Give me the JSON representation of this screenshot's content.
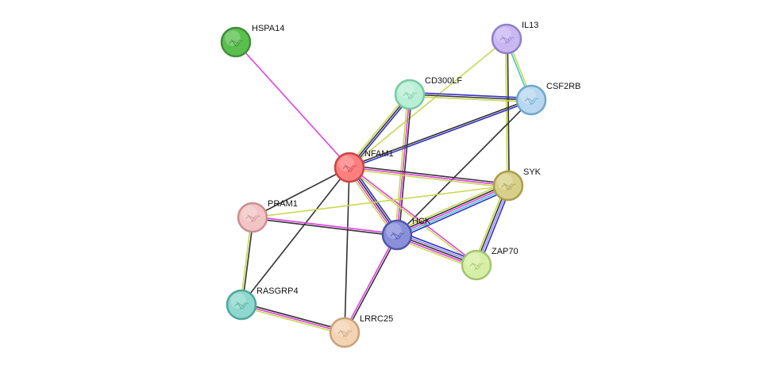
{
  "nodes": [
    {
      "id": "HSPA14",
      "label": "HSPA14",
      "color": "#5bbf4f",
      "ring": "#3f8f3a"
    },
    {
      "id": "IL13",
      "label": "IL13",
      "color": "#c9b8f2",
      "ring": "#8f7fc8"
    },
    {
      "id": "CD300LF",
      "label": "CD300LF",
      "color": "#b9efd6",
      "ring": "#79c9a3"
    },
    {
      "id": "CSF2RB",
      "label": "CSF2RB",
      "color": "#b8d8f0",
      "ring": "#6fa6cc"
    },
    {
      "id": "NFAM1",
      "label": "NFAM1",
      "color": "#ff7f7f",
      "ring": "#cc4444"
    },
    {
      "id": "SYK",
      "label": "SYK",
      "color": "#d8d08a",
      "ring": "#a89f4f"
    },
    {
      "id": "PRAM1",
      "label": "PRAM1",
      "color": "#f2c4c4",
      "ring": "#c88f8f"
    },
    {
      "id": "HCK",
      "label": "HCK",
      "color": "#8a8fdc",
      "ring": "#5057a8"
    },
    {
      "id": "ZAP70",
      "label": "ZAP70",
      "color": "#d6efa5",
      "ring": "#a4c46f"
    },
    {
      "id": "RASGRP4",
      "label": "RASGRP4",
      "color": "#8ed8cf",
      "ring": "#4fa79c"
    },
    {
      "id": "LRRC25",
      "label": "LRRC25",
      "color": "#f4d3b3",
      "ring": "#c9a27a"
    }
  ],
  "edges": [
    {
      "source": "HSPA14",
      "target": "NFAM1",
      "colors": [
        "#e040e0"
      ]
    },
    {
      "source": "IL13",
      "target": "CSF2RB",
      "colors": [
        "#c8d850",
        "#40c8c8"
      ]
    },
    {
      "source": "IL13",
      "target": "NFAM1",
      "colors": [
        "#c8d850"
      ]
    },
    {
      "source": "IL13",
      "target": "SYK",
      "colors": [
        "#333333",
        "#c8d850"
      ]
    },
    {
      "source": "CD300LF",
      "target": "CSF2RB",
      "colors": [
        "#3030c8",
        "#333333",
        "#c8d850"
      ]
    },
    {
      "source": "CD300LF",
      "target": "NFAM1",
      "colors": [
        "#3030c8",
        "#333333",
        "#c8d850"
      ]
    },
    {
      "source": "CD300LF",
      "target": "HCK",
      "colors": [
        "#333333",
        "#e040e0",
        "#c8d850"
      ]
    },
    {
      "source": "CSF2RB",
      "target": "NFAM1",
      "colors": [
        "#3030c8",
        "#333333"
      ]
    },
    {
      "source": "CSF2RB",
      "target": "HCK",
      "colors": [
        "#333333"
      ]
    },
    {
      "source": "NFAM1",
      "target": "SYK",
      "colors": [
        "#333333",
        "#e040e0",
        "#c8d850"
      ]
    },
    {
      "source": "NFAM1",
      "target": "HCK",
      "colors": [
        "#3030c8",
        "#333333",
        "#e040e0",
        "#c8d850"
      ]
    },
    {
      "source": "NFAM1",
      "target": "ZAP70",
      "colors": [
        "#e040e0",
        "#c8d850"
      ]
    },
    {
      "source": "NFAM1",
      "target": "PRAM1",
      "colors": [
        "#333333"
      ]
    },
    {
      "source": "NFAM1",
      "target": "RASGRP4",
      "colors": [
        "#333333"
      ]
    },
    {
      "source": "NFAM1",
      "target": "LRRC25",
      "colors": [
        "#333333"
      ]
    },
    {
      "source": "SYK",
      "target": "HCK",
      "colors": [
        "#3030c8",
        "#40c8c8",
        "#e040e0",
        "#333333",
        "#c8d850"
      ]
    },
    {
      "source": "SYK",
      "target": "ZAP70",
      "colors": [
        "#3030c8",
        "#9090f0",
        "#333333",
        "#c8d850"
      ]
    },
    {
      "source": "SYK",
      "target": "PRAM1",
      "colors": [
        "#c8d850"
      ]
    },
    {
      "source": "HCK",
      "target": "ZAP70",
      "colors": [
        "#3030c8",
        "#9090f0",
        "#333333",
        "#e040e0",
        "#c8d850"
      ]
    },
    {
      "source": "HCK",
      "target": "PRAM1",
      "colors": [
        "#333333",
        "#e040e0"
      ]
    },
    {
      "source": "HCK",
      "target": "LRRC25",
      "colors": [
        "#333333",
        "#e040e0"
      ]
    },
    {
      "source": "PRAM1",
      "target": "RASGRP4",
      "colors": [
        "#333333",
        "#c8d850"
      ]
    },
    {
      "source": "RASGRP4",
      "target": "LRRC25",
      "colors": [
        "#333333",
        "#e040e0",
        "#c8d850"
      ]
    }
  ]
}
